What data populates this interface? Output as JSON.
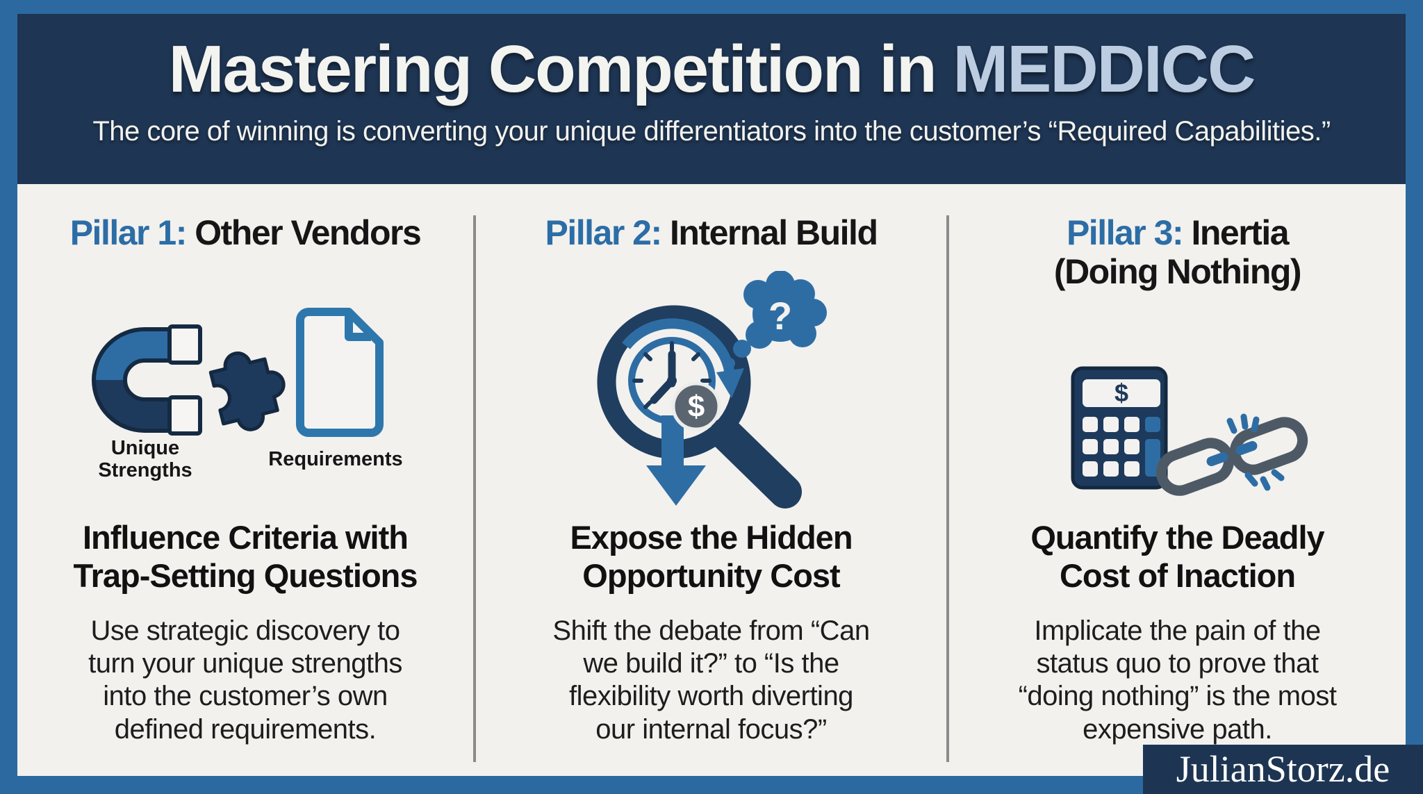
{
  "header": {
    "title_prefix": "Mastering Competition in ",
    "title_highlight": "MEDDICC",
    "subtitle": "The core of winning is converting your unique differentiators into the customer’s “Required Capabilities.”"
  },
  "pillars": [
    {
      "label_prefix": "Pillar 1:",
      "label_rest": " Other Vendors",
      "icons": [
        "magnet-icon",
        "puzzle-piece-icon",
        "document-icon"
      ],
      "icon_labels": [
        "Unique\nStrengths",
        "Requirements"
      ],
      "heading": "Influence Criteria with\nTrap-Setting Questions",
      "body": "Use strategic discovery to\nturn your unique strengths\ninto the customer’s own\ndefined requirements."
    },
    {
      "label_prefix": "Pillar 2:",
      "label_rest": " Internal Build",
      "icons": [
        "magnifier-clock-icon",
        "dollar-badge-icon",
        "down-arrow-icon",
        "thought-bubble-question-icon"
      ],
      "glyphs": {
        "dollar": "$",
        "question": "?"
      },
      "heading": "Expose the Hidden\nOpportunity Cost",
      "body": "Shift the debate from “Can\nwe build it?” to “Is the\nflexibility worth diverting\nour internal focus?”"
    },
    {
      "label_prefix": "Pillar 3:",
      "label_rest": " Inertia",
      "label_line2": "(Doing Nothing)",
      "icons": [
        "calculator-icon",
        "broken-chain-icon"
      ],
      "glyphs": {
        "dollar": "$"
      },
      "heading": "Quantify the Deadly\nCost of Inaction",
      "body": "Implicate the pain of the\nstatus quo to prove that\n“doing nothing” is the most\nexpensive path."
    }
  ],
  "watermark": {
    "text": "JulianStorz.de"
  },
  "colors": {
    "frame_blue": "#2c69a1",
    "header_navy": "#1e3553",
    "panel_background": "#f2f1ee",
    "accent_blue": "#2e6da4",
    "dark_navy": "#1d3a5c",
    "title_highlight": "#bccde2",
    "divider_gray": "#8b8b8b",
    "chain_gray": "#4d5a66",
    "badge_gray": "#5b6570",
    "text_dark": "#161616"
  }
}
